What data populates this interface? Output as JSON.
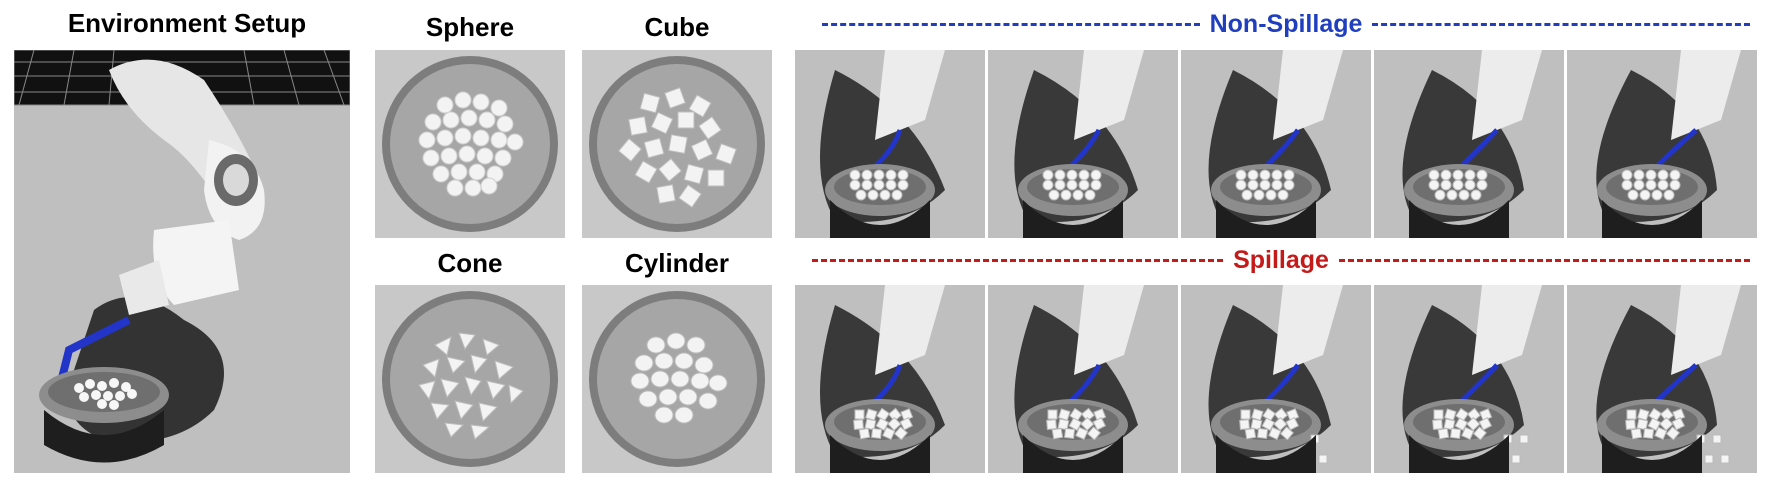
{
  "environment": {
    "title": "Environment Setup"
  },
  "materials": [
    {
      "label": "Sphere",
      "shape": "sphere"
    },
    {
      "label": "Cube",
      "shape": "cube"
    },
    {
      "label": "Cone",
      "shape": "cone"
    },
    {
      "label": "Cylinder",
      "shape": "cylinder"
    }
  ],
  "outcomes": {
    "non_spillage": {
      "label": "Non-Spillage",
      "color": "#1f3fbf",
      "frame_count": 5
    },
    "spillage": {
      "label": "Spillage",
      "color": "#c41a1a",
      "frame_count": 5
    }
  },
  "colors": {
    "spoon": "#2335c8",
    "background": "#bdbdbd",
    "robot": "#ececec",
    "shadow": "#2a2a2a",
    "bowl": "#8d8d8d"
  }
}
